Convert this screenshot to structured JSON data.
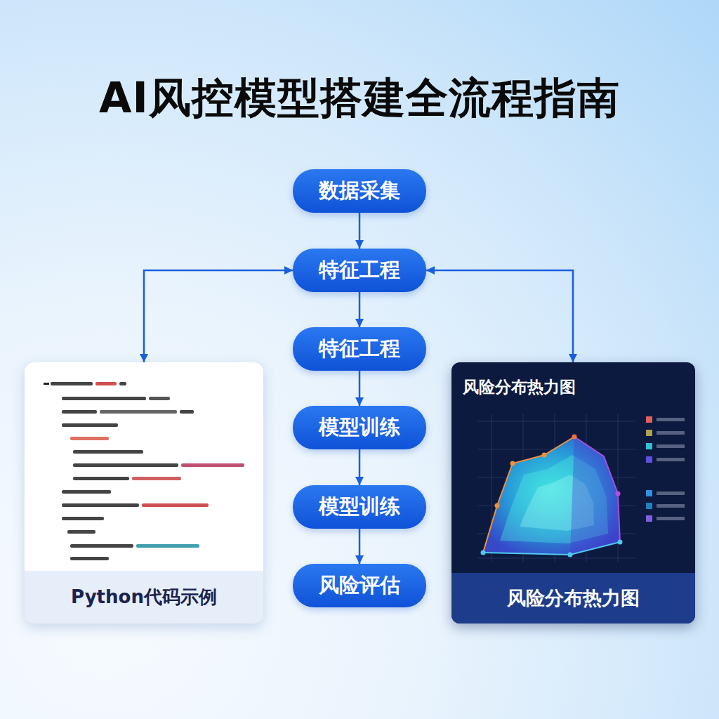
{
  "diagram": {
    "title": "AI风控模型搭建全流程指南",
    "nodes": [
      {
        "text": [
          "数据采集"
        ]
      },
      {
        "text": [
          "特征工程"
        ]
      },
      {
        "text": [
          "特征工程"
        ]
      },
      {
        "text": [
          "模型训练"
        ]
      },
      {
        "text": [
          "模型训练"
        ]
      },
      {
        "text": [
          "风险评估"
        ]
      },
      {
        "text": [
          "Python代码示例"
        ]
      },
      {
        "text": [
          "风险分布热力图",
          "风险分布热力图"
        ]
      }
    ],
    "edges": [
      {
        "from": 0,
        "to": 1,
        "arrow": "to"
      },
      {
        "from": 1,
        "to": 2,
        "arrow": "to"
      },
      {
        "from": 2,
        "to": 3,
        "arrow": "to"
      },
      {
        "from": 3,
        "to": 4,
        "arrow": "to"
      },
      {
        "from": 4,
        "to": 5,
        "arrow": "to"
      },
      {
        "from": 1,
        "to": 6,
        "arrow": "both"
      },
      {
        "from": 1,
        "to": 7,
        "arrow": "both"
      }
    ]
  }
}
